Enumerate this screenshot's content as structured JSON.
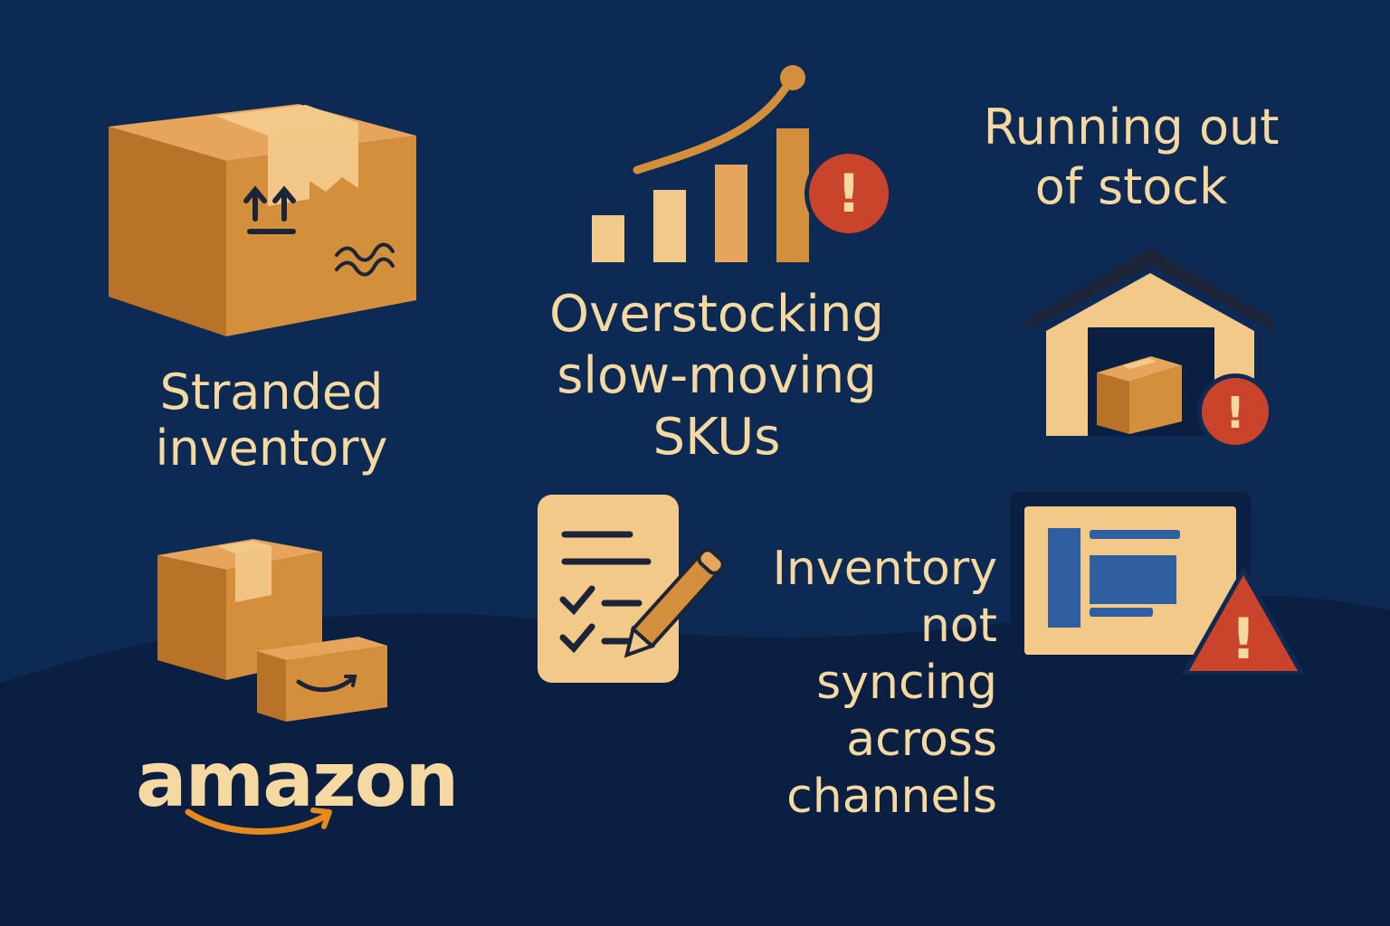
{
  "labels": {
    "stranded": [
      "Stranded",
      "inventory"
    ],
    "overstocking": [
      "Overstocking",
      "slow-moving",
      "SKUs"
    ],
    "running_out": [
      "Running out",
      "of stock"
    ],
    "not_syncing": [
      "Inventory",
      "not",
      "syncing",
      "across",
      "channels"
    ]
  },
  "brand": {
    "wordmark": "amazon"
  },
  "alerts": {
    "symbol": "!"
  },
  "icons": {
    "box": "cardboard-box-icon",
    "chart": "rising-bar-chart-icon",
    "warehouse": "warehouse-icon",
    "checklist": "checklist-pencil-icon",
    "monitor": "monitor-warning-icon",
    "boxes": "amazon-boxes-icon"
  },
  "colors": {
    "background": "#0d2a55",
    "background_dark": "#0a1f42",
    "text": "#f6d9a0",
    "box": "#d38f3c",
    "box_dark": "#b87328",
    "cream": "#f6d9a0",
    "alert": "#c9442a",
    "blue_ui": "#2f5fa0"
  }
}
